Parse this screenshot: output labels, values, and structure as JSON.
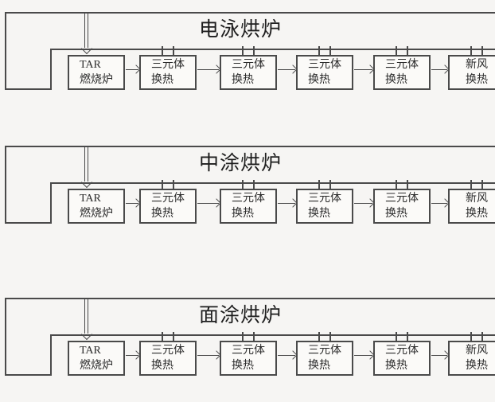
{
  "diagram": {
    "type": "process-flow",
    "line_color": "#4a4a4a",
    "background": "#f6f5f3"
  },
  "sections": [
    {
      "title": "电泳烘炉"
    },
    {
      "title": "中涂烘炉"
    },
    {
      "title": "面涂烘炉"
    }
  ],
  "labels": {
    "burner": {
      "line1": "TAR",
      "line2": "燃烧炉"
    },
    "exchanger": {
      "line1": "三元体",
      "line2": "换热"
    },
    "fresh_air": {
      "line1": "新风",
      "line2": "换热"
    }
  }
}
